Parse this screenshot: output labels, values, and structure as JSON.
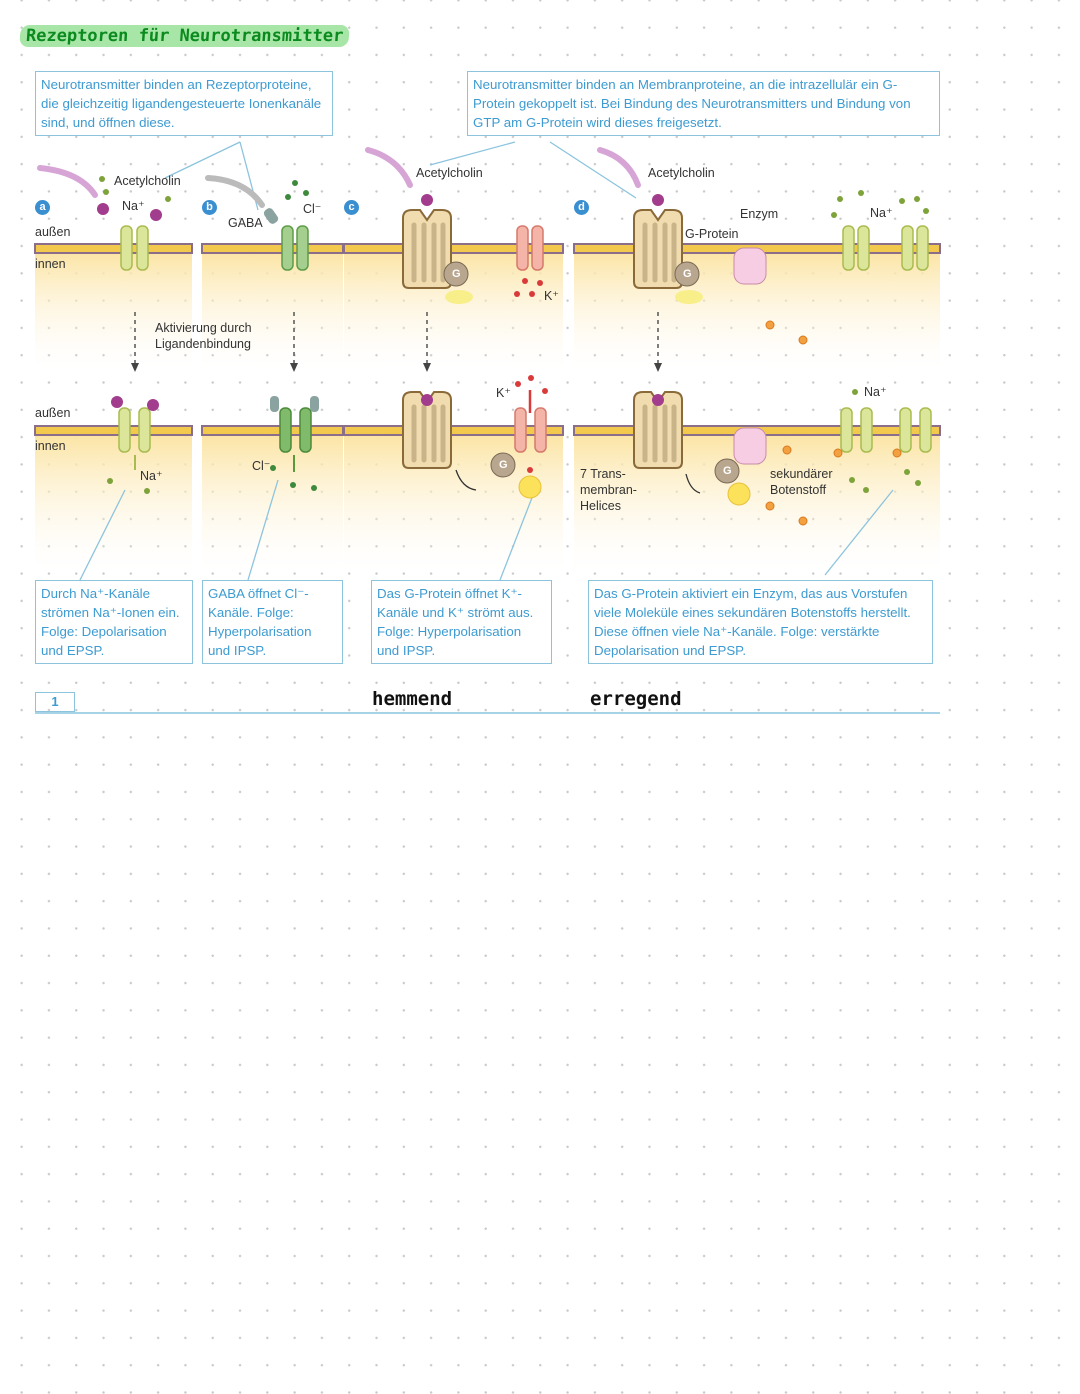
{
  "title": "Rezeptoren für Neurotransmitter",
  "top_boxes": {
    "ionotropic": "Neurotransmitter binden an Rezeptorproteine, die gleichzeitig ligandengesteuerte Ionenkanäle sind, und öffnen diese.",
    "metabotropic": "Neurotransmitter binden an Membranproteine, an die intrazellulär ein G-Protein gekoppelt ist. Bei Bindung des Neurotransmitters und Bindung von GTP am G-Protein wird dieses freigesetzt."
  },
  "panels": {
    "a": {
      "badge": "a",
      "ligand": "Acetylcholin",
      "ion": "Na⁺",
      "outside": "außen",
      "inside": "innen",
      "ion_after": "Na⁺"
    },
    "b": {
      "badge": "b",
      "ligand": "GABA",
      "ion": "Cl⁻",
      "ion_after": "Cl⁻"
    },
    "c": {
      "badge": "c",
      "ligand": "Acetylcholin",
      "ion": "K⁺",
      "ion_after": "K⁺"
    },
    "d": {
      "badge": "d",
      "ligand": "Acetylcholin",
      "gprotein": "G-Protein",
      "enzyme": "Enzym",
      "ion": "Na⁺",
      "ion_after": "Na⁺",
      "helices": "7 Trans-\nmembran-\nHelices",
      "messenger": "sekundärer\nBotenstoff"
    }
  },
  "activation_label": "Aktivierung durch\nLigandenbindung",
  "outside_label_2": "außen",
  "inside_label_2": "innen",
  "g_label": "G",
  "bottom_boxes": {
    "a": "Durch Na⁺-Kanäle strömen Na⁺-Ionen ein. Folge: Depolarisation und EPSP.",
    "b": "GABA öffnet Cl⁻-Kanäle. Folge: Hyperpolarisation und IPSP.",
    "c": "Das G-Protein öffnet K⁺-Kanäle und K⁺ strömt aus. Folge: Hyperpolarisation und IPSP.",
    "d": "Das G-Protein aktiviert ein Enzym, das aus Vorstufen viele Moleküle eines sekundären Botenstoffs herstellt. Diese öffnen viele Na⁺-Kanäle. Folge: verstärkte Depolarisation und EPSP."
  },
  "figure_number": "1",
  "handwritten": {
    "inhibitory": "hemmend",
    "excitatory": "erregend"
  },
  "colors": {
    "title": "#0b8a1e",
    "highlight": "#a8e6a8",
    "box_text": "#3d9bd1",
    "badge": "#3a8fd0",
    "cytoplasm": "#fbe7a8"
  }
}
